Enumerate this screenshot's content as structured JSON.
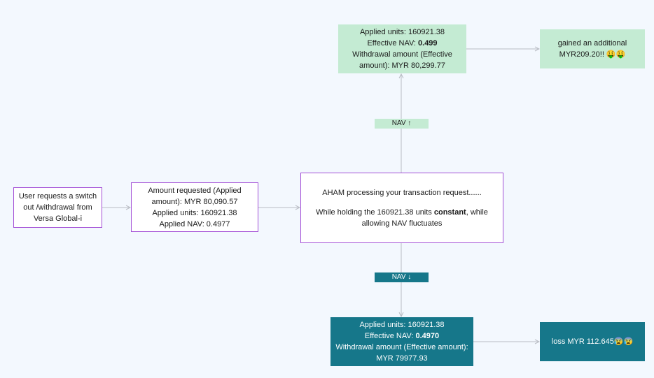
{
  "user_box": {
    "lines": [
      "User requests a switch",
      "out /withdrawal from",
      "Versa Global-i"
    ]
  },
  "request_box": {
    "lines": [
      "Amount requested (Applied",
      "amount): MYR 80,090.57",
      "Applied units: 160921.38",
      "Applied NAV:  0.4977"
    ]
  },
  "processing_box": {
    "line1": "AHAM processing your transaction request......",
    "line2_pre": "While holding the 160921.38 units ",
    "line2_bold": "constant",
    "line2_post": ", while",
    "line3": "allowing NAV fluctuates"
  },
  "nav_up_label": "NAV ↑",
  "nav_down_label": "NAV ↓",
  "up_box": {
    "line1": "Applied units: 160921.38",
    "line2_pre": "Effective NAV:  ",
    "line2_bold": "0.499",
    "line3": "Withdrawal amount (Effective",
    "line4": "amount): MYR 80,299.77"
  },
  "gain_box": {
    "lines": [
      "gained an additional",
      "MYR209.20!! 🤑🤑"
    ]
  },
  "down_box": {
    "line1": "Applied units: 160921.38",
    "line2_pre": "Effective NAV:  ",
    "line2_bold": "0.4970",
    "line3": "Withdrawal amount (Effective amount):",
    "line4": "MYR 79977.93"
  },
  "loss_box": {
    "text": "loss MYR 112.645😰😰"
  },
  "colors": {
    "background": "#f3f8fe",
    "purple_border": "#a34fd6",
    "green_fill": "#c4ebd3",
    "teal_fill": "#16778a",
    "connector": "#b8bcc4"
  }
}
